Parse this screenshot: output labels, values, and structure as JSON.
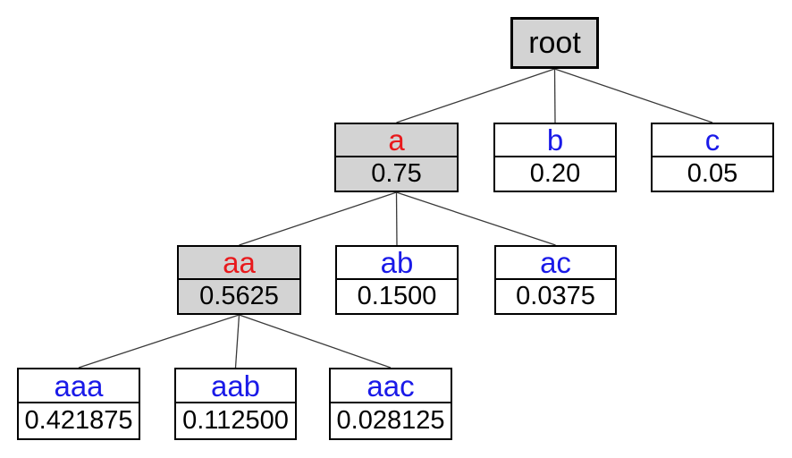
{
  "diagram": {
    "type": "tree",
    "nodes": {
      "root": {
        "label": "root",
        "value": null,
        "highlighted": true,
        "label_color": "black"
      },
      "a": {
        "label": "a",
        "value": "0.75",
        "highlighted": true,
        "label_color": "red"
      },
      "b": {
        "label": "b",
        "value": "0.20",
        "highlighted": false,
        "label_color": "blue"
      },
      "c": {
        "label": "c",
        "value": "0.05",
        "highlighted": false,
        "label_color": "blue"
      },
      "aa": {
        "label": "aa",
        "value": "0.5625",
        "highlighted": true,
        "label_color": "red"
      },
      "ab": {
        "label": "ab",
        "value": "0.1500",
        "highlighted": false,
        "label_color": "blue"
      },
      "ac": {
        "label": "ac",
        "value": "0.0375",
        "highlighted": false,
        "label_color": "blue"
      },
      "aaa": {
        "label": "aaa",
        "value": "0.421875",
        "highlighted": false,
        "label_color": "blue"
      },
      "aab": {
        "label": "aab",
        "value": "0.112500",
        "highlighted": false,
        "label_color": "blue"
      },
      "aac": {
        "label": "aac",
        "value": "0.028125",
        "highlighted": false,
        "label_color": "blue"
      }
    },
    "edges": [
      [
        "root",
        "a"
      ],
      [
        "root",
        "b"
      ],
      [
        "root",
        "c"
      ],
      [
        "a",
        "aa"
      ],
      [
        "a",
        "ab"
      ],
      [
        "a",
        "ac"
      ],
      [
        "aa",
        "aaa"
      ],
      [
        "aa",
        "aab"
      ],
      [
        "aa",
        "aac"
      ]
    ]
  },
  "colors": {
    "background": "#ffffff",
    "highlight_fill": "#d3d3d3",
    "node_fill": "#ffffff",
    "border": "#000000",
    "edge": "#3a3a3a",
    "label_black": "#000000",
    "label_red": "#e8191c",
    "label_blue": "#1a1ae8",
    "text": "#000000"
  }
}
